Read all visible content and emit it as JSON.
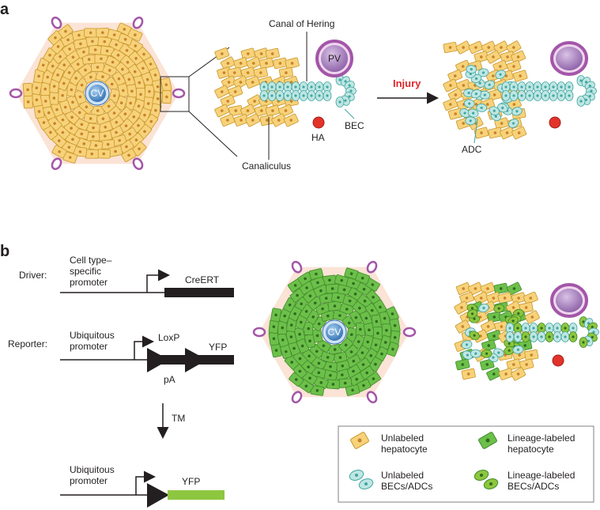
{
  "panel_a": {
    "letter": "a",
    "cv_label": "CV",
    "pv_label": "PV",
    "canal_label": "Canal of Hering",
    "bec_label": "BEC",
    "ha_label": "HA",
    "canaliculus_label": "Canaliculus",
    "injury_label": "Injury",
    "adc_label": "ADC"
  },
  "panel_b": {
    "letter": "b",
    "driver_label": "Driver:",
    "driver_promoter": [
      "Cell type–",
      "specific",
      "promoter"
    ],
    "creert_label": "CreERT",
    "reporter_label": "Reporter:",
    "reporter_promoter": [
      "Ubiquitous",
      "promoter"
    ],
    "loxp_label": "LoxP",
    "yfp_label": "YFP",
    "pa_label": "pA",
    "tm_label": "TM",
    "result_promoter": [
      "Ubiquitous",
      "promoter"
    ],
    "result_yfp_label": "YFP",
    "cv_label": "CV"
  },
  "legend": {
    "items": [
      [
        "Unlabeled",
        "hepatocyte"
      ],
      [
        "Lineage-labeled",
        "hepatocyte"
      ],
      [
        "Unlabeled",
        "BECs/ADCs"
      ],
      [
        "Lineage-labeled",
        "BECs/ADCs"
      ]
    ]
  },
  "colors": {
    "hepatocyte": "#f7d27a",
    "hepatocyte_stroke": "#c9962a",
    "nucleus": "#c8832a",
    "green_cell": "#6cc04a",
    "green_stroke": "#3f8a2a",
    "bec": "#bfe6e3",
    "bec_stroke": "#3fa6a0",
    "pv": "#a07ab8",
    "cv": "#4a86c5",
    "injury": "#e0262b",
    "ha": "#e2332b",
    "yfp_green": "#8dc63f"
  }
}
